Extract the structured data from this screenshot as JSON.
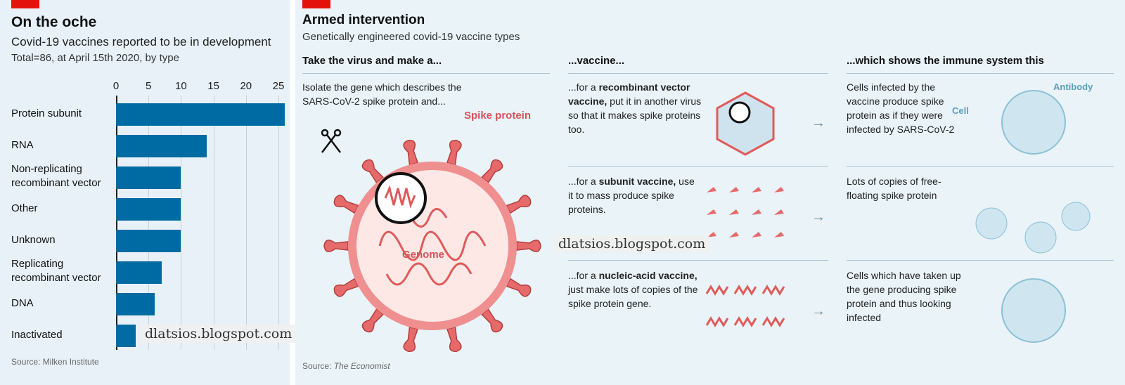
{
  "left": {
    "title": "On the oche",
    "subtitle": "Covid-19 vaccines reported to be in development",
    "note": "Total=86, at April 15th 2020, by type",
    "source": "Source: Milken Institute",
    "watermark": "dlatsios.blogspot.com"
  },
  "chart_data": {
    "type": "bar",
    "orientation": "horizontal",
    "title": "On the oche",
    "subtitle": "Covid-19 vaccines reported to be in development",
    "categories": [
      "Protein subunit",
      "RNA",
      "Non-replicating recombinant vector",
      "Other",
      "Unknown",
      "Replicating recombinant vector",
      "DNA",
      "Inactivated"
    ],
    "category_lines": [
      [
        "Protein subunit"
      ],
      [
        "RNA"
      ],
      [
        "Non-replicating",
        "recombinant vector"
      ],
      [
        "Other"
      ],
      [
        "Unknown"
      ],
      [
        "Replicating",
        "recombinant vector"
      ],
      [
        "DNA"
      ],
      [
        "Inactivated"
      ]
    ],
    "values": [
      26,
      14,
      10,
      10,
      10,
      7,
      6,
      3
    ],
    "xticks": [
      "0",
      "5",
      "10",
      "15",
      "20",
      "25"
    ],
    "xlim": [
      0,
      26
    ],
    "grid": true,
    "color": "#006ba2"
  },
  "right": {
    "title": "Armed intervention",
    "subtitle": "Genetically engineered covid-19 vaccine types",
    "col1": "Take the virus and make a...",
    "col2": "...vaccine...",
    "col3": "...which shows the immune system this",
    "intro": [
      "Isolate the gene which describes the",
      "SARS-CoV-2 spike protein and..."
    ],
    "spike_label": "Spike protein",
    "genome_label": "Genome",
    "cell_label": "Cell",
    "antibody_label": "Antibody",
    "rows": [
      {
        "pre": "...for a ",
        "bold": "recombinant vector vaccine,",
        "post": " put it in another virus so that it makes spike proteins too.",
        "result": "Cells infected by the vaccine produce spike protein as if they were infected by SARS-CoV-2"
      },
      {
        "pre": "...for a ",
        "bold": "subunit vaccine,",
        "post": " use it to mass produce spike proteins.",
        "result": "Lots of copies of free-floating spike protein"
      },
      {
        "pre": "...for a ",
        "bold": "nucleic-acid vaccine,",
        "post": " just make lots of copies of the spike protein gene.",
        "result": "Cells which have taken up the gene producing spike protein and thus looking infected"
      }
    ],
    "arrow": "→",
    "source_prefix": "Source: ",
    "source_name": "The Economist",
    "watermark": "dlatsios.blogspot.com"
  }
}
